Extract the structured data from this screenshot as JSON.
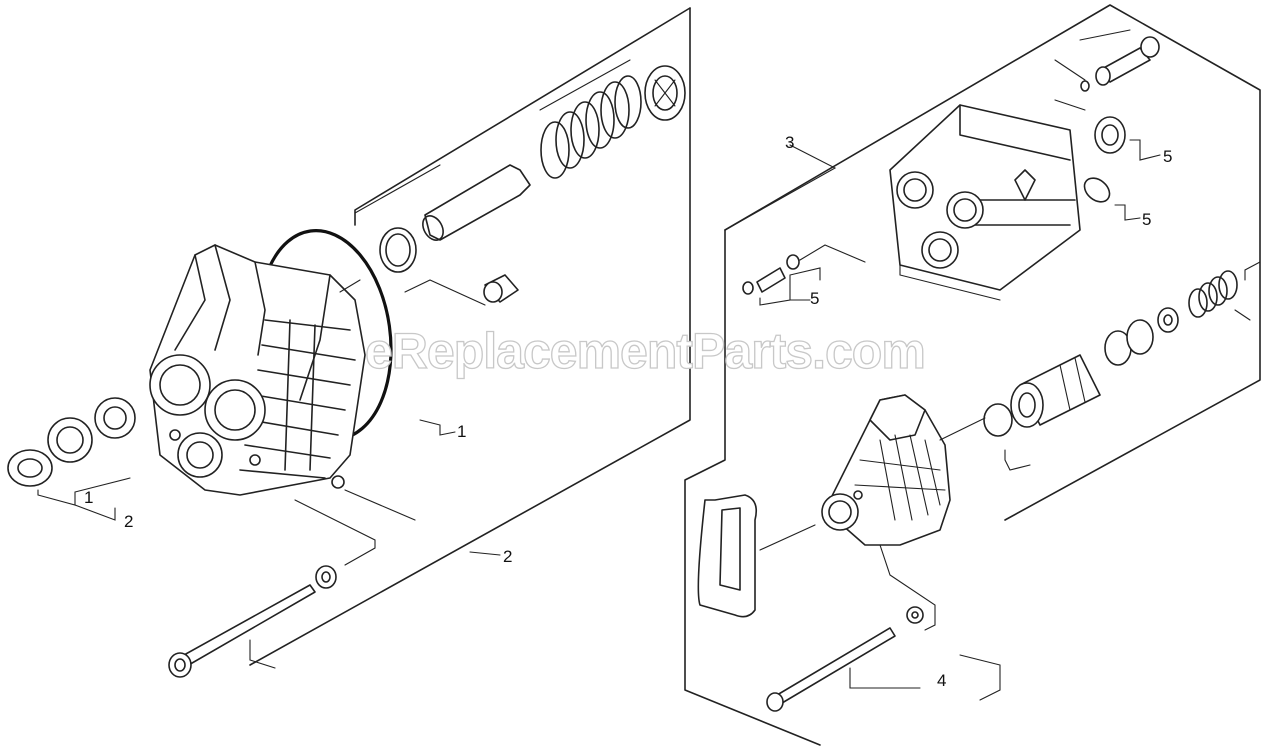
{
  "watermark": "eReplacementParts.com",
  "callouts": [
    {
      "id": "c1",
      "text": "1"
    },
    {
      "id": "c1b",
      "text": "1"
    },
    {
      "id": "c2",
      "text": "2"
    },
    {
      "id": "c2b",
      "text": "2"
    },
    {
      "id": "c3",
      "text": "3"
    },
    {
      "id": "c4",
      "text": "4"
    },
    {
      "id": "c5a",
      "text": "5"
    },
    {
      "id": "c5b",
      "text": "5"
    },
    {
      "id": "c5c",
      "text": "5"
    }
  ]
}
